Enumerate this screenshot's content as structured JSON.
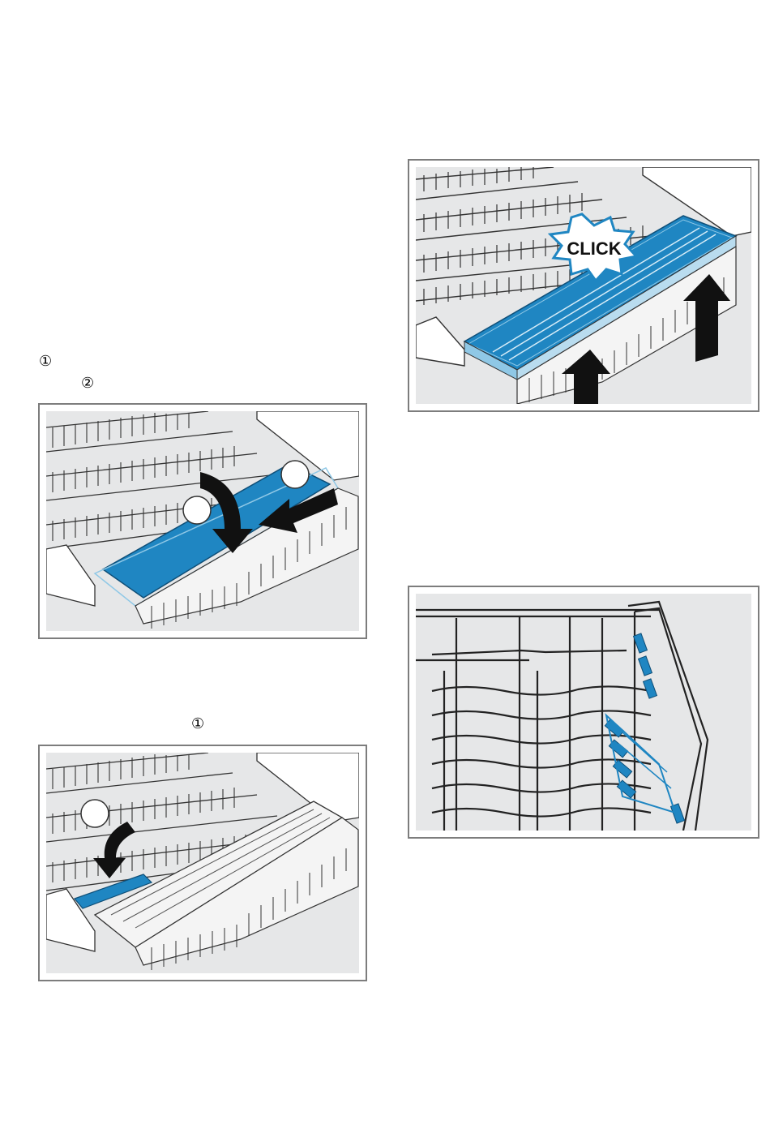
{
  "page": {
    "background": "#ffffff",
    "figure_bg": "#e6e7e8",
    "frame_color": "#7d7d7d",
    "accent_blue": "#1f86c2",
    "accent_blue_light": "#8fc8e6"
  },
  "step_markers": {
    "marker_1": "①",
    "marker_2": "②",
    "marker_3": "①"
  },
  "figures": {
    "figure_top_right": {
      "callout": "CLICK"
    },
    "figure_mid_left": {
      "callout_1": "",
      "callout_2": ""
    },
    "figure_bottom_left": {
      "callout_1": ""
    },
    "figure_bottom_right": {}
  }
}
